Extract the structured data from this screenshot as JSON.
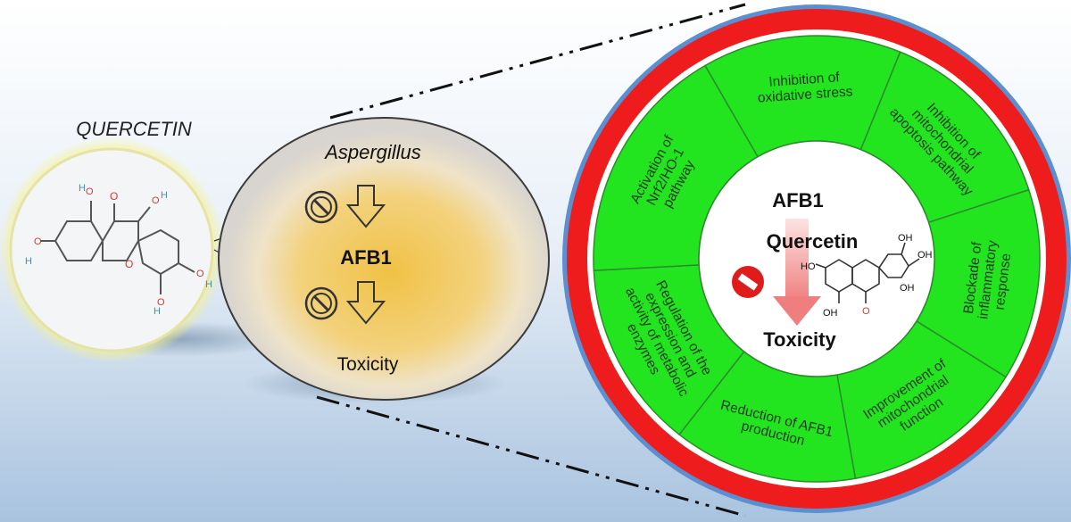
{
  "quercetin_panel": {
    "title": "QUERCETIN",
    "atoms": {
      "oh_a": "H",
      "oh_b": "O",
      "ketone_o": "O",
      "ring_o": "O"
    }
  },
  "mold_panel": {
    "organism": "Aspergillus",
    "toxin": "AFB1",
    "outcome": "Toxicity"
  },
  "mechanism_wheel": {
    "center": {
      "toxin": "AFB1",
      "agent": "Quercetin",
      "outcome": "Toxicity",
      "labels": {
        "oh": "OH",
        "ho": "HO"
      }
    },
    "segments": [
      {
        "lines": [
          "Inhibition of",
          "oxidative stress"
        ]
      },
      {
        "lines": [
          "Inhibition of",
          "mitochondrial",
          "apoptosis pathway"
        ]
      },
      {
        "lines": [
          "Blockade of",
          "inflammatory",
          "response"
        ]
      },
      {
        "lines": [
          "Improvement of",
          "mitochondrial",
          "function"
        ]
      },
      {
        "lines": [
          "Reduction of AFB1",
          "production"
        ]
      },
      {
        "lines": [
          "Regulation of the",
          "expression and",
          "activity of metabolic",
          "enzymes"
        ]
      },
      {
        "lines": [
          "Activation of",
          "Nrf2/HO-1",
          "pathway"
        ]
      }
    ]
  },
  "colors": {
    "background_top": "#ffffff",
    "background_bottom": "#a9c3df",
    "wheel_outer_blue": "#5b8fd0",
    "wheel_red": "#ee1c1c",
    "segment_green": "#22e51f",
    "segment_border": "#2d8a2d",
    "mold_yellow": "#f2c451",
    "halo_yellow": "#f3f07a",
    "prohibition_red": "#e01b1b",
    "arrow_pink": "#f39a9a"
  }
}
